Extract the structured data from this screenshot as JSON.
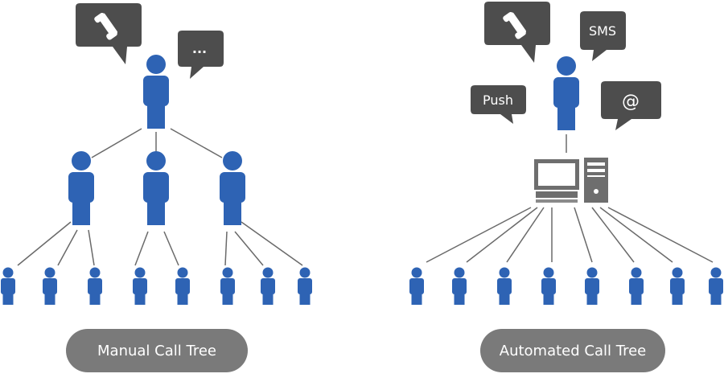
{
  "colors": {
    "person": "#2e63b4",
    "bubble": "#4d4d4d",
    "line": "#6a6a6a",
    "label_bg": "#7a7a7a",
    "label_text": "#ffffff"
  },
  "manual": {
    "label": "Manual Call Tree",
    "bubbles": {
      "phone_icon": "phone-icon",
      "chat_text": "..."
    }
  },
  "automated": {
    "label": "Automated Call Tree",
    "bubbles": {
      "phone_icon": "phone-icon",
      "sms": "SMS",
      "push": "Push",
      "email": "@"
    },
    "hub_icons": [
      "monitor-icon",
      "computer-tower-icon"
    ]
  }
}
